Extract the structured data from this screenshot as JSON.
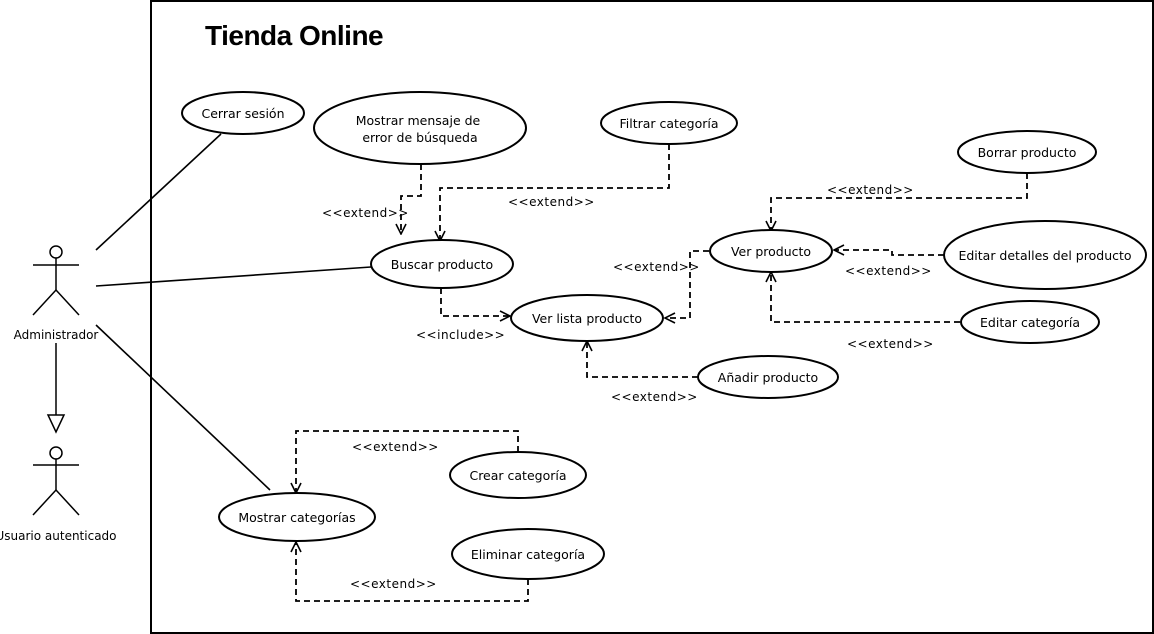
{
  "title": "Tienda Online",
  "actors": {
    "admin": "Administrador",
    "user": "Usuario autenticado"
  },
  "use_cases": {
    "cerrar_sesion": "Cerrar sesión",
    "mostrar_error": [
      "Mostrar mensaje de",
      "error de búsqueda"
    ],
    "filtrar_categoria": "Filtrar categoría",
    "borrar_producto": "Borrar producto",
    "buscar_producto": "Buscar producto",
    "ver_producto": "Ver producto",
    "editar_detalles": "Editar detalles del producto",
    "ver_lista": "Ver lista producto",
    "editar_categoria": "Editar categoría",
    "anadir_producto": "Añadir producto",
    "crear_categoria": "Crear categoría",
    "mostrar_categorias": "Mostrar categorías",
    "eliminar_categoria": "Eliminar categoría"
  },
  "relations": {
    "extend": "<<extend>>",
    "include": "<<include>>"
  }
}
